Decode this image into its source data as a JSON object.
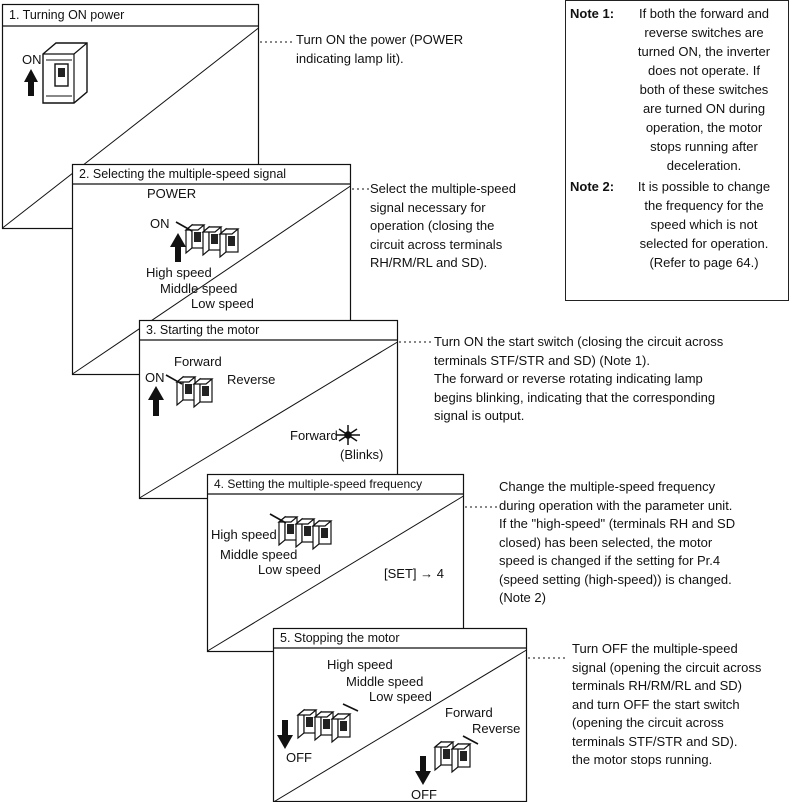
{
  "steps": [
    {
      "title": "1. Turning ON power",
      "labels": {
        "on": "ON",
        "power": "POWER"
      },
      "description": [
        "Turn ON the power (POWER",
        "indicating lamp lit)."
      ]
    },
    {
      "title": "2. Selecting the multiple-speed signal",
      "labels": {
        "on": "ON",
        "high": "High speed",
        "middle": "Middle speed",
        "low": "Low speed"
      },
      "description": [
        "Select the multiple-speed",
        "signal necessary for",
        "operation (closing the",
        "circuit across terminals",
        "RH/RM/RL and SD)."
      ]
    },
    {
      "title": "3. Starting the motor",
      "labels": {
        "on": "ON",
        "forward": "Forward",
        "reverse": "Reverse",
        "lamp": "Forward",
        "blinks": "(Blinks)"
      },
      "description": [
        "Turn ON the start switch (closing the circuit across",
        "terminals STF/STR and SD) (Note 1).",
        "The forward or reverse rotating indicating lamp",
        "begins blinking, indicating that the corresponding",
        "signal is output."
      ]
    },
    {
      "title": "4. Setting the multiple-speed frequency",
      "labels": {
        "high": "High speed",
        "middle": "Middle speed",
        "low": "Low speed",
        "set": "[SET] → 4"
      },
      "description": [
        "Change the multiple-speed frequency",
        "during operation with the parameter unit.",
        "If the \"high-speed\" (terminals RH and SD",
        "closed) has been selected, the motor",
        "speed is changed if the setting for Pr.4",
        "(speed setting (high-speed)) is changed.",
        "(Note 2)"
      ]
    },
    {
      "title": "5. Stopping the motor",
      "labels": {
        "high": "High speed",
        "middle": "Middle speed",
        "low": "Low speed",
        "off1": "OFF",
        "forward": "Forward",
        "reverse": "Reverse",
        "off2": "OFF"
      },
      "description": [
        "Turn OFF the multiple-speed",
        "signal (opening the circuit across",
        "terminals RH/RM/RL and SD)",
        "and turn OFF the start switch",
        "(opening the circuit across",
        "terminals STF/STR and SD).",
        "the motor stops running."
      ]
    }
  ],
  "notes": [
    {
      "key": "Note 1:",
      "lines": [
        "If both the forward and",
        "reverse switches are",
        "turned ON, the inverter",
        "does not operate. If",
        "both of these switches",
        "are turned ON during",
        "operation, the motor",
        "stops running after",
        "deceleration."
      ]
    },
    {
      "key": "Note 2:",
      "lines": [
        "It is possible to change",
        "the frequency for the",
        "speed which is not",
        "selected for operation.",
        "(Refer to page 64.)"
      ]
    }
  ]
}
